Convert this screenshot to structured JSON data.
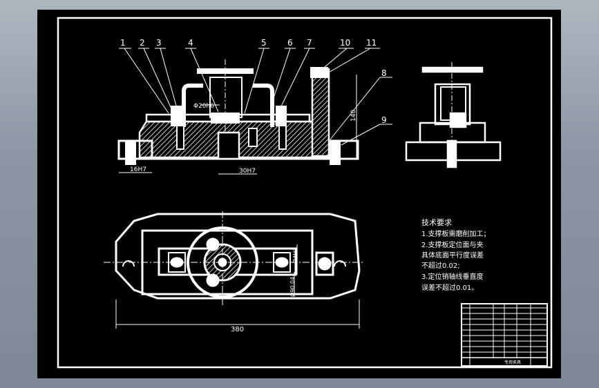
{
  "balloons": [
    "1",
    "2",
    "3",
    "4",
    "5",
    "6",
    "7",
    "10",
    "11",
    "8",
    "9"
  ],
  "dimensions": {
    "phi20": "Φ20h6",
    "dim140": "140",
    "dim16": "16H7",
    "dim30": "30H7",
    "dim24": "24H7",
    "dim90": "Φ90.04",
    "dim380": "380"
  },
  "notes": {
    "title": "技术要求",
    "lines": [
      "1.支撑板需磨削加工；",
      "2.支撑板定位面与夹",
      "具体底面平行度误差",
      "不超过0.02;",
      "3.定位销轴线垂直度",
      "误差不超过0.01。"
    ]
  },
  "title_block": {
    "drawing_name": "专用夹具"
  }
}
